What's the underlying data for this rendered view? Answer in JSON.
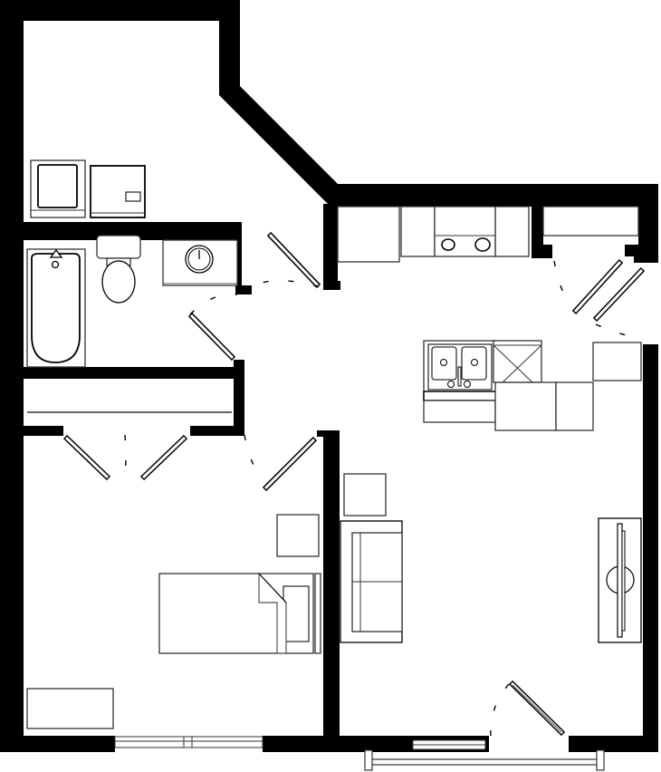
{
  "plan": {
    "colors": {
      "wall": "#000000",
      "fixture_stroke": "#333333",
      "background": "#ffffff"
    },
    "rooms": [
      "laundry",
      "bathroom",
      "closet",
      "bedroom",
      "kitchen",
      "living-room",
      "balcony"
    ]
  }
}
